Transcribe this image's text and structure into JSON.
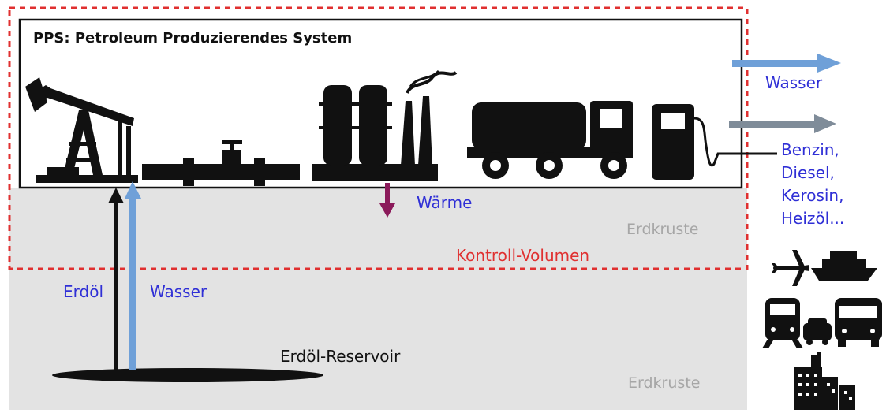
{
  "system": {
    "title": "PPS: Petroleum Produzierendes System",
    "control_volume_label": "Kontroll-Volumen"
  },
  "flows": {
    "water_out_label": "Wasser",
    "heat_label": "Wärme",
    "products_label_lines": [
      "Benzin,",
      "Diesel,",
      "Kerosin,",
      "Heizöl..."
    ],
    "oil_in_label": "Erdöl",
    "water_in_label": "Wasser"
  },
  "ground": {
    "crust_label_upper": "Erdkruste",
    "crust_label_lower": "Erdkruste",
    "reservoir_label": "Erdöl-Reservoir"
  },
  "colors": {
    "crust_fill": "#e3e3e3",
    "control_volume_stroke": "#e03030",
    "water_arrow": "#6fa0d8",
    "product_arrow": "#7f8c99",
    "heat_arrow": "#8b1a5a",
    "label_blue": "#2f2fd6"
  },
  "icons": [
    "pumpjack-icon",
    "pipeline-valve-icon",
    "refinery-icon",
    "tanker-truck-icon",
    "fuel-pump-icon",
    "airplane-icon",
    "ship-icon",
    "train-icon",
    "car-icon",
    "bus-icon",
    "factory-icon"
  ]
}
